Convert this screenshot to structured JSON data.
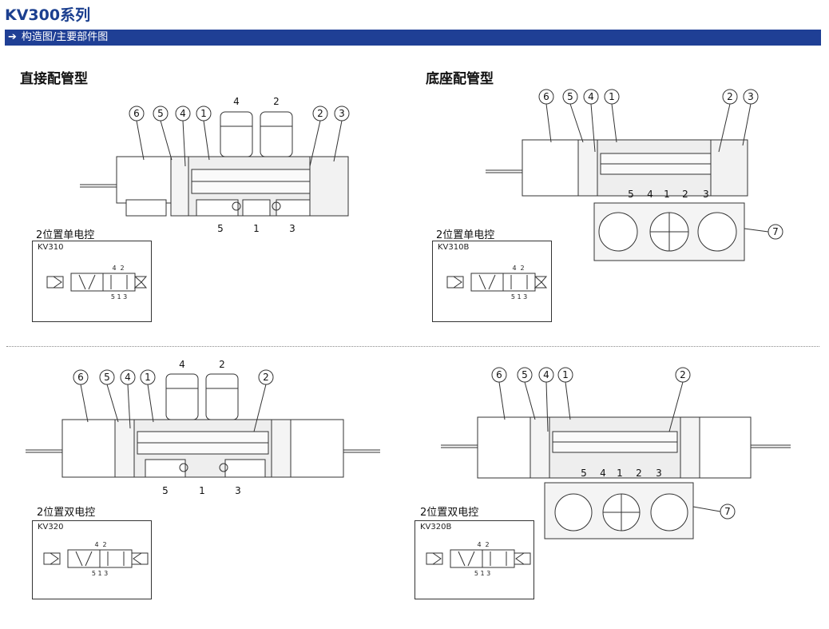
{
  "title": "KV300系列",
  "section_bar": "构造图/主要部件图",
  "headings": {
    "direct": "直接配管型",
    "base": "底座配管型"
  },
  "captions": {
    "tl": "2位置单电控",
    "tr": "2位置单电控",
    "bl": "2位置双电控",
    "br": "2位置双电控"
  },
  "symbols": {
    "tl": "KV310",
    "tr": "KV310B",
    "bl": "KV320",
    "br": "KV320B",
    "top_ports": [
      "4",
      "2"
    ],
    "bottom_ports": "5 1 3"
  },
  "callouts": {
    "tl": [
      "6",
      "5",
      "4",
      "1",
      "2",
      "3"
    ],
    "tr": [
      "6",
      "5",
      "4",
      "1",
      "2",
      "3",
      "7"
    ],
    "bl": [
      "6",
      "5",
      "4",
      "1",
      "2"
    ],
    "br": [
      "6",
      "5",
      "4",
      "1",
      "2",
      "7"
    ]
  },
  "ports": {
    "tl": {
      "top": [
        "4",
        "2"
      ],
      "bottom": [
        "5",
        "1",
        "3"
      ]
    },
    "tr": {
      "inner": [
        "5",
        "4",
        "1",
        "2",
        "3"
      ]
    },
    "bl": {
      "top": [
        "4",
        "2"
      ],
      "bottom": [
        "5",
        "1",
        "3"
      ]
    },
    "br": {
      "inner": [
        "5",
        "4",
        "1",
        "2",
        "3"
      ]
    }
  }
}
